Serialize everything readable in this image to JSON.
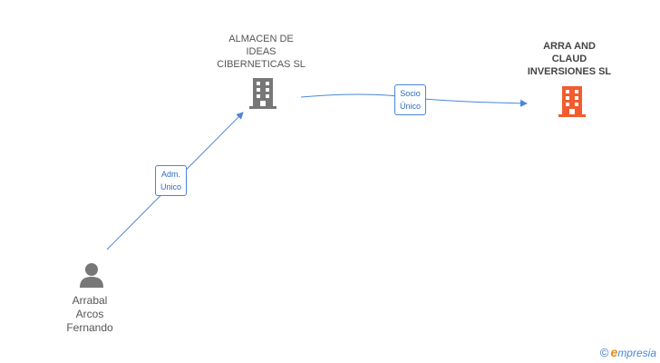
{
  "nodes": {
    "almacen": {
      "lines": [
        "ALMACEN DE",
        "IDEAS",
        "CIBERNETICAS SL"
      ]
    },
    "arra": {
      "lines": [
        "ARRA AND",
        "CLAUD",
        "INVERSIONES SL"
      ]
    },
    "person": {
      "lines": [
        "Arrabal",
        "Arcos",
        "Fernando"
      ]
    }
  },
  "edges": {
    "socio": {
      "lines": [
        "Socio",
        "Único"
      ]
    },
    "adm": {
      "lines": [
        "Adm.",
        "Unico"
      ]
    }
  },
  "brand": {
    "copyright": "©",
    "e": "e",
    "rest": "mpresia"
  },
  "colors": {
    "line": "#4a86d8",
    "building": "#777777",
    "main_building": "#f25c2e",
    "person": "#777777"
  }
}
